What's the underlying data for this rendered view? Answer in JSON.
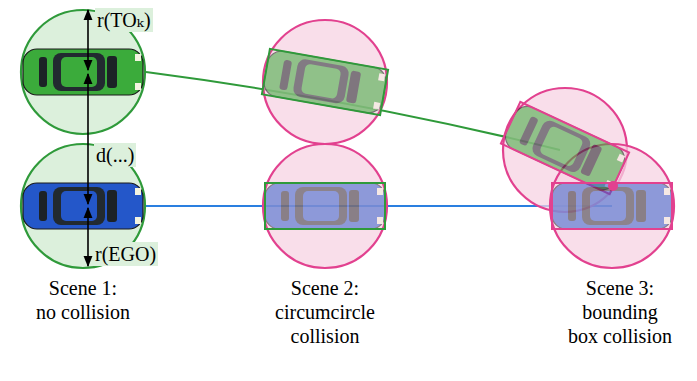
{
  "diagram": {
    "labels": [
      "r(TOₖ)",
      "d(...)",
      "r(EGO)",
      "Scene 1: no collision",
      "Scene 2: circumcircle collision",
      "Scene 3: bounding box collision"
    ]
  }
}
